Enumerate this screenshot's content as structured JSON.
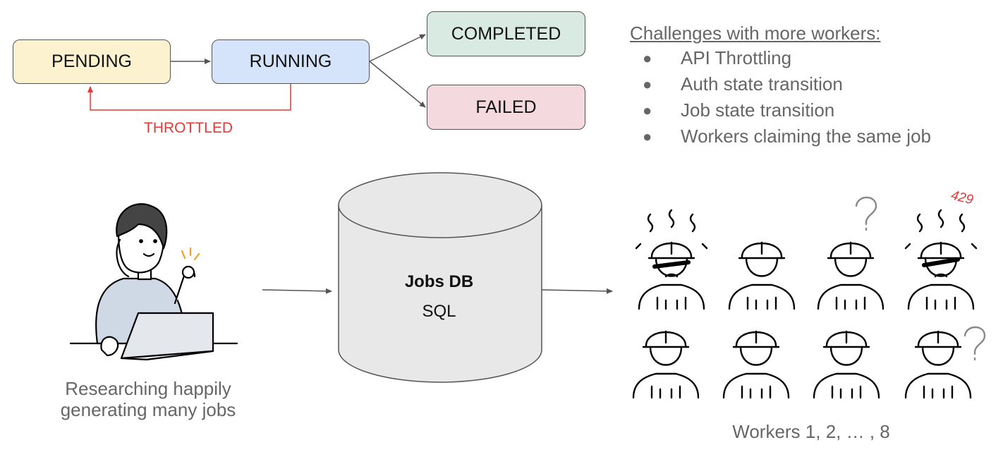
{
  "state_machine": {
    "pending": "PENDING",
    "running": "RUNNING",
    "completed": "COMPLETED",
    "failed": "FAILED",
    "throttled": "THROTTLED"
  },
  "challenges": {
    "title": "Challenges with more workers:",
    "items": [
      "API Throttling",
      "Auth state transition",
      "Job state transition",
      "Workers claiming the same job"
    ]
  },
  "researcher": {
    "caption_line1": "Researching happily",
    "caption_line2": "generating many jobs"
  },
  "database": {
    "title": "Jobs DB",
    "subtitle": "SQL"
  },
  "workers": {
    "caption": "Workers 1, 2, … , 8",
    "error_code": "429",
    "count": 8
  },
  "colors": {
    "pending_fill": "#fdf2cf",
    "running_fill": "#d6e4fb",
    "completed_fill": "#d9eae2",
    "failed_fill": "#f4d9de",
    "throttled": "#e53935",
    "db_fill": "#e8e8e8",
    "caption_gray": "#666666",
    "line": "#000000"
  }
}
